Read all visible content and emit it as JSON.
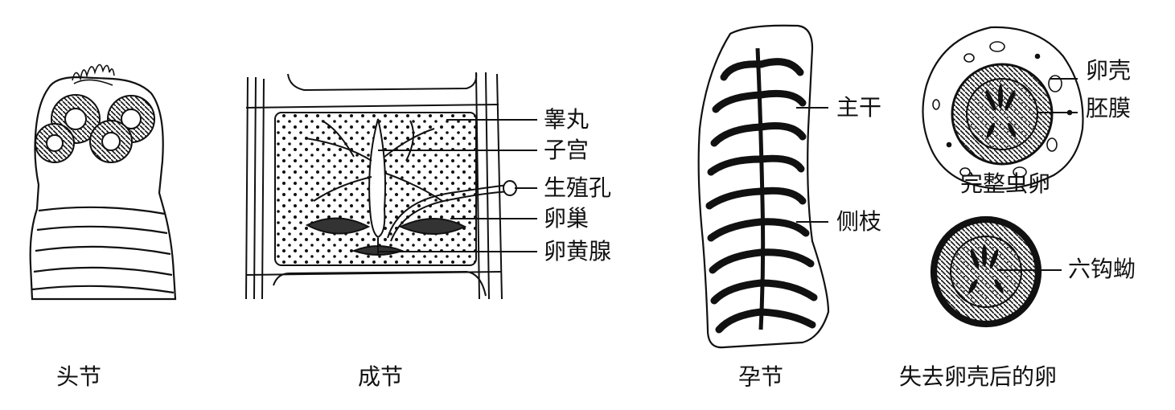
{
  "captions": {
    "scolex": "头节",
    "mature_proglottid": "成节",
    "gravid_proglottid": "孕节",
    "egg_no_shell": "失去卵壳后的卵",
    "complete_egg": "完整虫卵"
  },
  "labels": {
    "testis": "睾丸",
    "uterus": "子宫",
    "genital_pore": "生殖孔",
    "ovary": "卵巢",
    "vitelline_gland": "卵黄腺",
    "main_trunk": "主干",
    "lateral_branch": "侧枝",
    "egg_shell": "卵壳",
    "embryophore": "胚膜",
    "oncosphere": "六钩蚴"
  }
}
